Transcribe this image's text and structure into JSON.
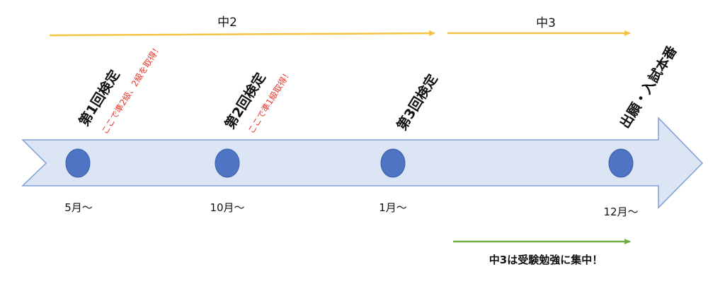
{
  "diagram": {
    "colors": {
      "timeline_fill": "#dbe5f4",
      "timeline_stroke": "#7f9fd6",
      "milestone_dot": "#4f74c4",
      "period_arrow": "#f3c343",
      "focus_arrow": "#71ad47",
      "note_text": "#e5352b"
    },
    "periods": [
      {
        "label": "中2"
      },
      {
        "label": "中3"
      }
    ],
    "milestones": [
      {
        "title": "第1回検定",
        "note": "ここで準2級、2級を取得！",
        "date": "5月〜"
      },
      {
        "title": "第2回検定",
        "note": "ここで準1級取得！",
        "date": "10月〜"
      },
      {
        "title": "第3回検定",
        "note": "",
        "date": "1月〜"
      },
      {
        "title": "出願・入試本番",
        "note": "",
        "date": "12月〜"
      }
    ],
    "focus": {
      "label": "中3は受験勉強に集中！"
    }
  }
}
